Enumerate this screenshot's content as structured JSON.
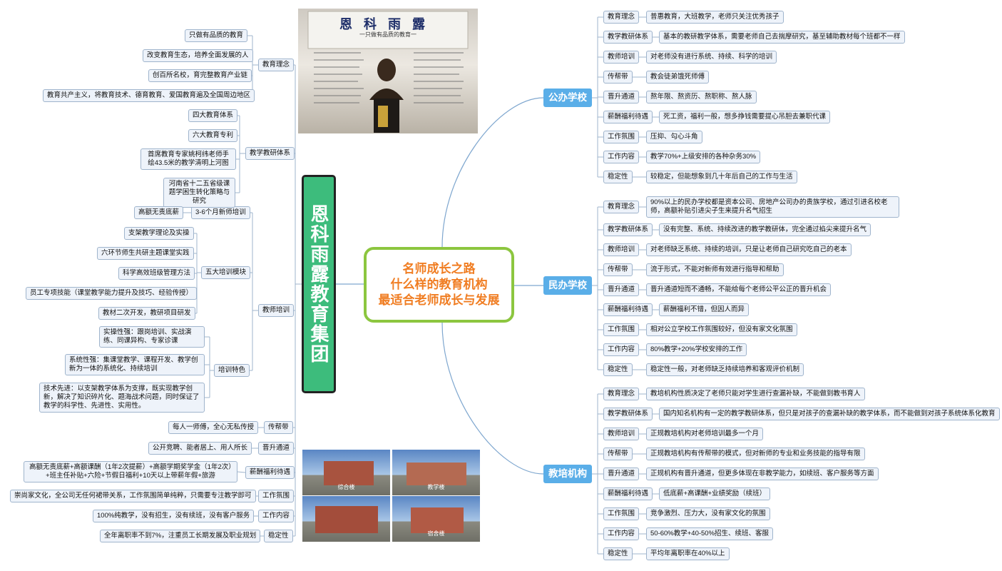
{
  "center": {
    "lines": [
      "名师成长之路",
      "什么样的教育机构",
      "最适合老师成长与发展"
    ]
  },
  "banner": {
    "text": "恩科雨露教育集团"
  },
  "photo": {
    "title": "恩科雨露",
    "subtitle": "一只做有品质的教育一"
  },
  "buildings": [
    "综合楼",
    "教学楼",
    "",
    "宿舍楼"
  ],
  "right_branches": [
    {
      "label": "公办学校",
      "items": [
        {
          "cat": "教育理念",
          "text": "普惠教育，大班教学，老师只关注优秀孩子"
        },
        {
          "cat": "教学教研体系",
          "text": "基本的教研教学体系，需要老师自己去揣摩研究，基至辅助教材每个班都不一样"
        },
        {
          "cat": "教师培训",
          "text": "对老师没有进行系统、持续、科学的培训"
        },
        {
          "cat": "传帮带",
          "text": "教会徒弟饿死师傅"
        },
        {
          "cat": "晋升通道",
          "text": "熬年限、熬资历、熬职称、熬人脉"
        },
        {
          "cat": "薪酬福利待遇",
          "text": "死工资，福利一般，想多挣钱需要提心吊胆去兼职代课"
        },
        {
          "cat": "工作氛围",
          "text": "压抑、勾心斗角"
        },
        {
          "cat": "工作内容",
          "text": "教学70%+上级安排的各种杂务30%"
        },
        {
          "cat": "稳定性",
          "text": "较稳定，但能想象到几十年后自己的工作与生活"
        }
      ]
    },
    {
      "label": "民办学校",
      "items": [
        {
          "cat": "教育理念",
          "text": "90%以上的民办学校都是资本公司、房地产公司办的贵族学校，通过引进名校老师，高额补贴引进尖子生来提升名气招生"
        },
        {
          "cat": "教学教研体系",
          "text": "没有完整、系统、持续改进的教学教研体，完全通过掐尖来提升名气"
        },
        {
          "cat": "教师培训",
          "text": "对老师缺乏系统、持续的培训，只是让老师自己研究吃自己的老本"
        },
        {
          "cat": "传帮带",
          "text": "流于形式，不能对新师有效进行指导和帮助"
        },
        {
          "cat": "晋升通道",
          "text": "晋升通道短而不通畅，不能给每个老师公平公正的晋升机会"
        },
        {
          "cat": "薪酬福利待遇",
          "text": "薪酬福利不错，但因人而异"
        },
        {
          "cat": "工作氛围",
          "text": "相对公立学校工作氛围较好，但没有家文化氛围"
        },
        {
          "cat": "工作内容",
          "text": "80%教学+20%学校安排的工作"
        },
        {
          "cat": "稳定性",
          "text": "稳定性一般，对老师缺乏持续培养和客观评价机制"
        }
      ]
    },
    {
      "label": "教培机构",
      "items": [
        {
          "cat": "教育理念",
          "text": "教培机构性质决定了老师只能对学生进行查漏补缺，不能做到教书育人"
        },
        {
          "cat": "教学教研体系",
          "text": "国内知名机构有一定的教学教研体系，但只是对孩子的查漏补缺的教学体系，而不能做到对孩子系统体系化教育"
        },
        {
          "cat": "教师培训",
          "text": "正规教培机构对老师培训最多一个月"
        },
        {
          "cat": "传帮带",
          "text": "正规教培机构有传帮带的模式，但对新师的专业和业务技能的指导有限"
        },
        {
          "cat": "晋升通道",
          "text": "正规机构有晋升通道，但更多体现在非教学能力，如续班、客户服务等方面"
        },
        {
          "cat": "薪酬福利待遇",
          "text": "低底薪+高课酬+业绩奖励（续班）"
        },
        {
          "cat": "工作氛围",
          "text": "竞争激烈、压力大，没有家文化的氛围"
        },
        {
          "cat": "工作内容",
          "text": "50-60%教学+40-50%招生、续班、客服"
        },
        {
          "cat": "稳定性",
          "text": "平均年离职率在40%以上"
        }
      ]
    }
  ],
  "left_cats": {
    "jyln": "教育理念",
    "jxjy": "教学教研体系",
    "jspx": "教师培训",
    "xspx": "3-6个月新师培训",
    "wdpx": "五大培训模块",
    "pxts": "培训特色",
    "cbd": "传帮带",
    "jstd": "晋升通道",
    "xcfl": "薪酬福利待遇",
    "gzfw": "工作氛围",
    "gznr": "工作内容",
    "wdx": "稳定性"
  },
  "left_items": {
    "jyln": [
      "只做有品质的教育",
      "改变教育生态，培养全面发展的人",
      "创百所名校，育完整教育产业链",
      "教育共产主义，将教育技术、德育教育、爱国教育遍及全国周边地区"
    ],
    "jxjy": [
      "四大教育体系",
      "六大教育专利",
      "首席教育专家姚柯纬老师手绘43.5米的教学清明上河图",
      "河南省十二五省级课题学困生转化策略与研究"
    ],
    "xspx": [
      "高额无责底薪"
    ],
    "wdpx": [
      "支架教学理论及实操",
      "六环节师生共研主题课堂实践",
      "科学高效班级管理方法",
      "员工专项技能（课堂教学能力提升及技巧、经验传授）",
      "教材二次开发，教研项目研发"
    ],
    "pxts": [
      "实操性强：跟岗培训、实战演练、同课异构、专家诊课",
      "系统性强：集课堂教学、课程开发、教学创新为一体的系统化、持续培训",
      "技术先进：以支架教学体系为支撑，既实现教学创新，解决了知识碎片化、题海战术问题，同时保证了教学的科学性、先进性、实用性。"
    ],
    "cbd": [
      "每人一师傅，全心无私传授"
    ],
    "jstd": [
      "公开竞聘、能者居上、用人所长"
    ],
    "xcfl": [
      "高额无责底薪+高额课酬（1年2次提薪）+高额学期奖学金（1年2次）+班主任补贴+六险+节假日福利+10天以上带薪年假+旅游"
    ],
    "gzfw": [
      "崇尚家文化，全公司无任何裙带关系，工作氛围简单纯粹，只需要专注教学即可"
    ],
    "gznr": [
      "100%纯教学，没有招生，没有续班，没有客户服务"
    ],
    "wdx": [
      "全年离职率不到7%，注重员工长期发展及职业规划"
    ]
  }
}
